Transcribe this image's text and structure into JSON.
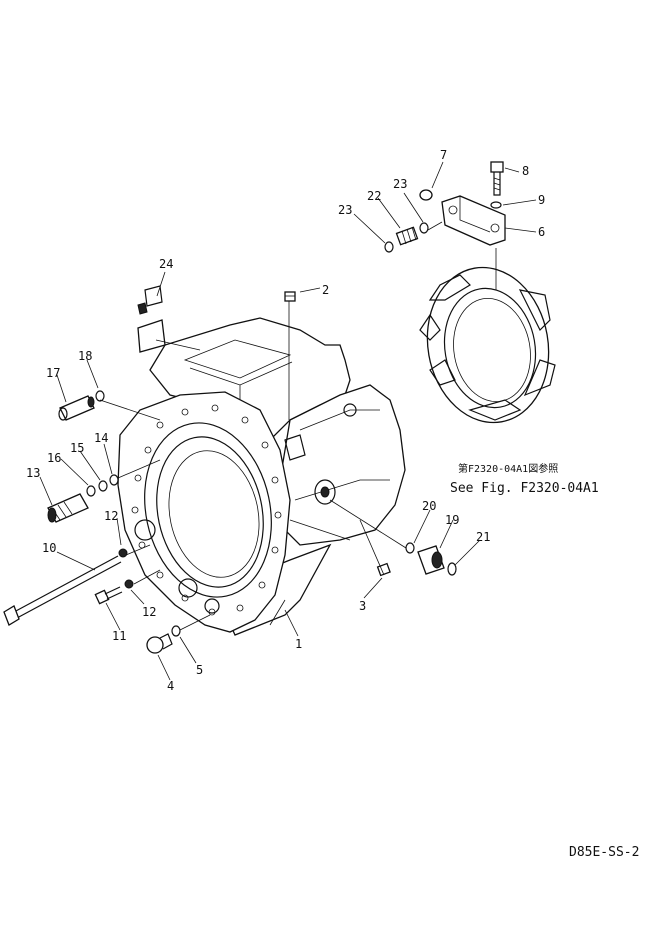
{
  "callouts": {
    "c1": "1",
    "c2": "2",
    "c3": "3",
    "c4": "4",
    "c5": "5",
    "c6": "6",
    "c7": "7",
    "c8": "8",
    "c9": "9",
    "c10": "10",
    "c11": "11",
    "c12a": "12",
    "c12b": "12",
    "c13": "13",
    "c14": "14",
    "c15": "15",
    "c16": "16",
    "c17": "17",
    "c18": "18",
    "c19": "19",
    "c20": "20",
    "c21": "21",
    "c22": "22",
    "c23a": "23",
    "c23b": "23",
    "c24": "24"
  },
  "reference": {
    "jp": "第F2320-04A1図参照",
    "en": "See Fig. F2320-04A1"
  },
  "drawing_code": "D85E-SS-2"
}
